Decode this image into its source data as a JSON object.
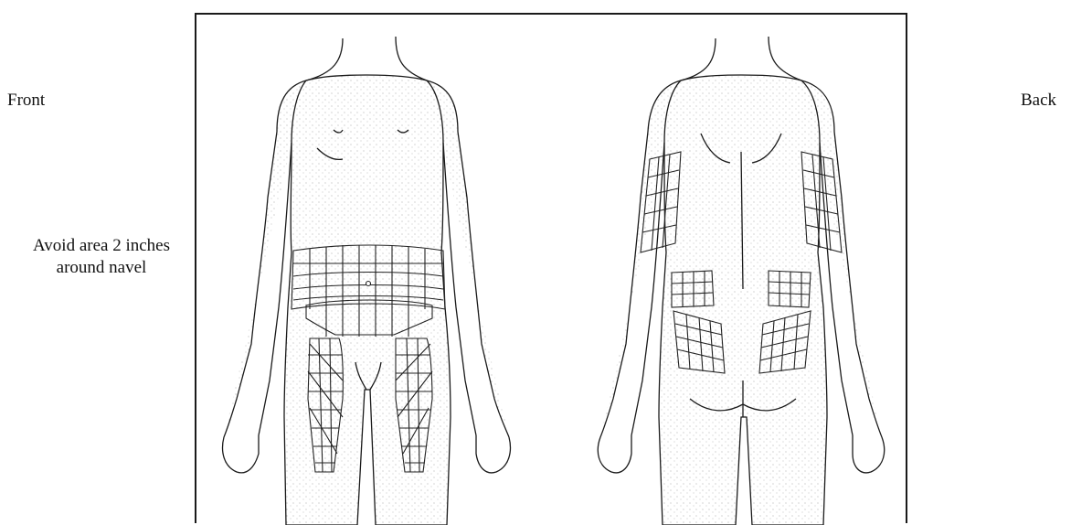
{
  "labels": {
    "front": "Front",
    "back": "Back",
    "navel_note": "Avoid area 2 inches around navel"
  },
  "figures": [
    {
      "name": "front-body",
      "regions": [
        "abdomen",
        "left-thigh",
        "right-thigh"
      ]
    },
    {
      "name": "back-body",
      "regions": [
        "left-upper-arm",
        "right-upper-arm",
        "left-lower-back",
        "right-lower-back",
        "left-buttock",
        "right-buttock"
      ]
    }
  ],
  "colors": {
    "line": "#1a1a1a",
    "stipple": "#9a9a9a",
    "grid": "#222222"
  }
}
